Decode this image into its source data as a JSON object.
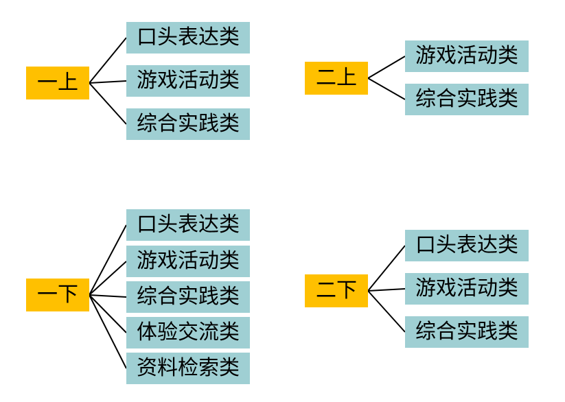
{
  "colors": {
    "root_fill": "#ffc000",
    "leaf_fill": "#9fcfd3",
    "connector": "#000000"
  },
  "groups": [
    {
      "id": "g1",
      "root": "一上",
      "items": [
        "口头表达类",
        "游戏活动类",
        "综合实践类"
      ]
    },
    {
      "id": "g2",
      "root": "二上",
      "items": [
        "游戏活动类",
        "综合实践类"
      ]
    },
    {
      "id": "g3",
      "root": "一下",
      "items": [
        "口头表达类",
        "游戏活动类",
        "综合实践类",
        "体验交流类",
        "资料检索类"
      ]
    },
    {
      "id": "g4",
      "root": "二下",
      "items": [
        "口头表达类",
        "游戏活动类",
        "综合实践类"
      ]
    }
  ]
}
